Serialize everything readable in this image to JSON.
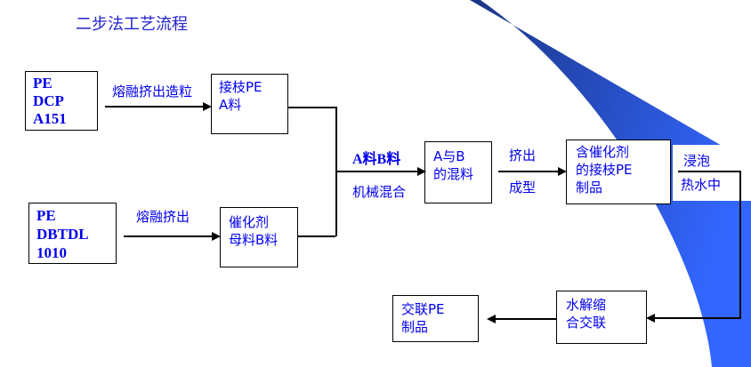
{
  "title": "二步法工艺流程",
  "boxes": {
    "raw_a": [
      "PE",
      "DCP",
      "A151"
    ],
    "graft_a": [
      "接枝PE",
      "A料"
    ],
    "raw_b": [
      "PE",
      "DBTDL",
      "1010"
    ],
    "catalyst_b": [
      "催化剂",
      "母料B料"
    ],
    "mix": [
      "A与B",
      "的混料"
    ],
    "product": [
      "含催化剂",
      "的接枝PE",
      "制品"
    ],
    "hydrolysis": [
      "水解缩",
      "合交联"
    ],
    "final": [
      "交联PE",
      "制品"
    ]
  },
  "labels": {
    "melt_pelletize": "熔融挤出造粒",
    "melt_extrude": "熔融挤出",
    "ab_material": "A料B料",
    "mechanical_mix": "机械混合",
    "extrude": "挤出",
    "form": "成型",
    "soak": "浸泡",
    "hot_water": "热水中"
  },
  "colors": {
    "text": "#0000ee",
    "swoosh_dark": "#1a3585",
    "swoosh_light": "#3366ff"
  }
}
